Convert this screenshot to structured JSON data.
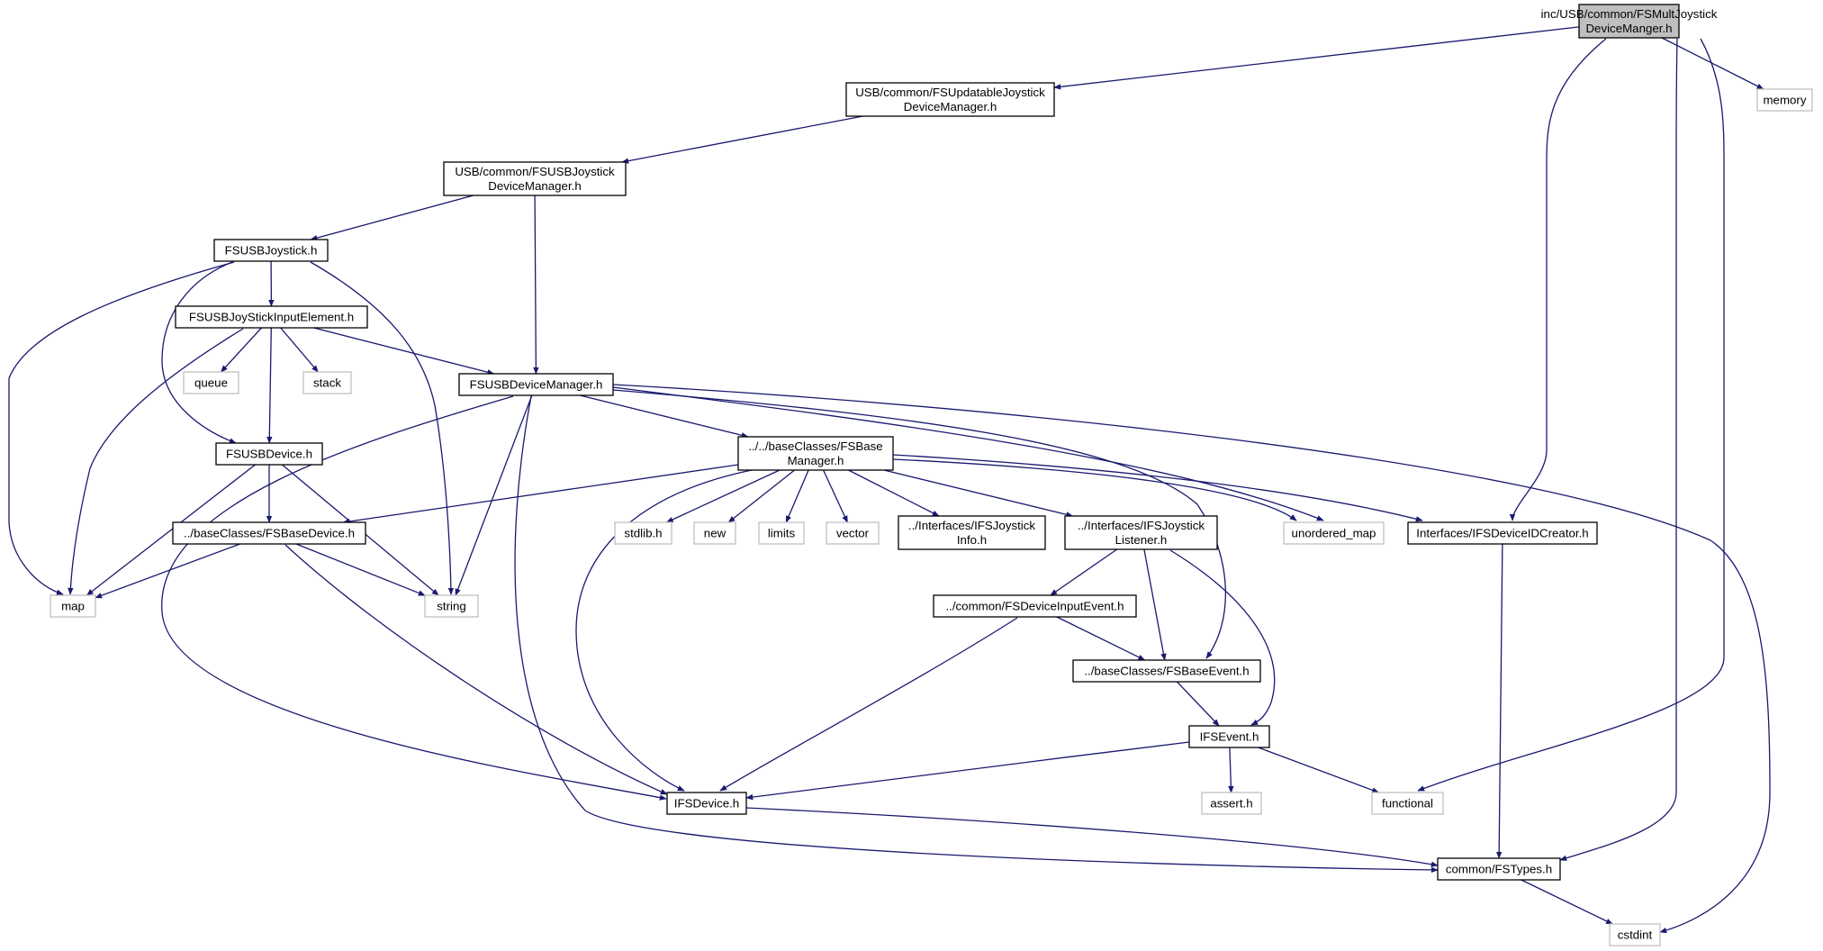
{
  "colors": {
    "edge": "#191970",
    "box_border": "#000000",
    "external_border": "#bfbfbf",
    "root_fill": "#bfbfbf",
    "box_fill": "#ffffff"
  },
  "nodes": [
    {
      "id": "root",
      "kind": "root",
      "lines": [
        "inc/USB/common/FSMultJoystick",
        "DeviceManger.h"
      ]
    },
    {
      "id": "memory",
      "kind": "external",
      "lines": [
        "memory"
      ]
    },
    {
      "id": "updatable",
      "kind": "file",
      "lines": [
        "USB/common/FSUpdatableJoystick",
        "DeviceManager.h"
      ]
    },
    {
      "id": "usbjoymgr",
      "kind": "file",
      "lines": [
        "USB/common/FSUSBJoystick",
        "DeviceManager.h"
      ]
    },
    {
      "id": "usbjoystick",
      "kind": "file",
      "lines": [
        "FSUSBJoystick.h"
      ]
    },
    {
      "id": "inputelement",
      "kind": "file",
      "lines": [
        "FSUSBJoyStickInputElement.h"
      ]
    },
    {
      "id": "queue",
      "kind": "external",
      "lines": [
        "queue"
      ]
    },
    {
      "id": "stack",
      "kind": "external",
      "lines": [
        "stack"
      ]
    },
    {
      "id": "usbdevmgr",
      "kind": "file",
      "lines": [
        "FSUSBDeviceManager.h"
      ]
    },
    {
      "id": "usbdevice",
      "kind": "file",
      "lines": [
        "FSUSBDevice.h"
      ]
    },
    {
      "id": "basemanager",
      "kind": "file",
      "lines": [
        "../../baseClasses/FSBase",
        "Manager.h"
      ]
    },
    {
      "id": "basedevice",
      "kind": "file",
      "lines": [
        "../baseClasses/FSBaseDevice.h"
      ]
    },
    {
      "id": "map",
      "kind": "external",
      "lines": [
        "map"
      ]
    },
    {
      "id": "string",
      "kind": "external",
      "lines": [
        "string"
      ]
    },
    {
      "id": "stdlib",
      "kind": "external",
      "lines": [
        "stdlib.h"
      ]
    },
    {
      "id": "new",
      "kind": "external",
      "lines": [
        "new"
      ]
    },
    {
      "id": "limits",
      "kind": "external",
      "lines": [
        "limits"
      ]
    },
    {
      "id": "vector",
      "kind": "external",
      "lines": [
        "vector"
      ]
    },
    {
      "id": "joyinfo",
      "kind": "file",
      "lines": [
        "../Interfaces/IFSJoystick",
        "Info.h"
      ]
    },
    {
      "id": "joylistener",
      "kind": "file",
      "lines": [
        "../Interfaces/IFSJoystick",
        "Listener.h"
      ]
    },
    {
      "id": "unorderedmap",
      "kind": "external",
      "lines": [
        "unordered_map"
      ]
    },
    {
      "id": "idcreator",
      "kind": "file",
      "lines": [
        "Interfaces/IFSDeviceIDCreator.h"
      ]
    },
    {
      "id": "inputevent",
      "kind": "file",
      "lines": [
        "../common/FSDeviceInputEvent.h"
      ]
    },
    {
      "id": "baseevent",
      "kind": "file",
      "lines": [
        "../baseClasses/FSBaseEvent.h"
      ]
    },
    {
      "id": "ifsevent",
      "kind": "file",
      "lines": [
        "IFSEvent.h"
      ]
    },
    {
      "id": "ifsdevice",
      "kind": "file",
      "lines": [
        "IFSDevice.h"
      ]
    },
    {
      "id": "asserth",
      "kind": "external",
      "lines": [
        "assert.h"
      ]
    },
    {
      "id": "functional",
      "kind": "external",
      "lines": [
        "functional"
      ]
    },
    {
      "id": "fstypes",
      "kind": "file",
      "lines": [
        "common/FSTypes.h"
      ]
    },
    {
      "id": "cstdint",
      "kind": "external",
      "lines": [
        "cstdint"
      ]
    }
  ],
  "edges": [
    {
      "from": "root",
      "to": "updatable"
    },
    {
      "from": "root",
      "to": "memory"
    },
    {
      "from": "root",
      "to": "idcreator"
    },
    {
      "from": "root",
      "to": "functional"
    },
    {
      "from": "root",
      "to": "fstypes"
    },
    {
      "from": "updatable",
      "to": "usbjoymgr"
    },
    {
      "from": "usbjoymgr",
      "to": "usbjoystick"
    },
    {
      "from": "usbjoymgr",
      "to": "usbdevmgr"
    },
    {
      "from": "usbjoystick",
      "to": "inputelement"
    },
    {
      "from": "usbjoystick",
      "to": "map"
    },
    {
      "from": "usbjoystick",
      "to": "usbdevice"
    },
    {
      "from": "usbjoystick",
      "to": "string"
    },
    {
      "from": "inputelement",
      "to": "queue"
    },
    {
      "from": "inputelement",
      "to": "stack"
    },
    {
      "from": "inputelement",
      "to": "usbdevice"
    },
    {
      "from": "inputelement",
      "to": "map"
    },
    {
      "from": "inputelement",
      "to": "usbdevmgr"
    },
    {
      "from": "usbdevmgr",
      "to": "basemanager"
    },
    {
      "from": "usbdevmgr",
      "to": "string"
    },
    {
      "from": "usbdevmgr",
      "to": "ifsdevice"
    },
    {
      "from": "usbdevmgr",
      "to": "fstypes"
    },
    {
      "from": "usbdevmgr",
      "to": "unorderedmap"
    },
    {
      "from": "usbdevmgr",
      "to": "cstdint"
    },
    {
      "from": "usbdevmgr",
      "to": "baseevent"
    },
    {
      "from": "usbdevice",
      "to": "basedevice"
    },
    {
      "from": "usbdevice",
      "to": "map"
    },
    {
      "from": "usbdevice",
      "to": "string"
    },
    {
      "from": "basemanager",
      "to": "basedevice"
    },
    {
      "from": "basemanager",
      "to": "stdlib"
    },
    {
      "from": "basemanager",
      "to": "new"
    },
    {
      "from": "basemanager",
      "to": "limits"
    },
    {
      "from": "basemanager",
      "to": "vector"
    },
    {
      "from": "basemanager",
      "to": "joyinfo"
    },
    {
      "from": "basemanager",
      "to": "joylistener"
    },
    {
      "from": "basemanager",
      "to": "unorderedmap"
    },
    {
      "from": "basemanager",
      "to": "idcreator"
    },
    {
      "from": "basemanager",
      "to": "ifsdevice"
    },
    {
      "from": "basedevice",
      "to": "map"
    },
    {
      "from": "basedevice",
      "to": "string"
    },
    {
      "from": "basedevice",
      "to": "ifsdevice"
    },
    {
      "from": "joylistener",
      "to": "inputevent"
    },
    {
      "from": "joylistener",
      "to": "baseevent"
    },
    {
      "from": "joylistener",
      "to": "ifsevent"
    },
    {
      "from": "inputevent",
      "to": "baseevent"
    },
    {
      "from": "inputevent",
      "to": "ifsdevice"
    },
    {
      "from": "baseevent",
      "to": "ifsevent"
    },
    {
      "from": "ifsevent",
      "to": "ifsdevice"
    },
    {
      "from": "ifsevent",
      "to": "asserth"
    },
    {
      "from": "ifsevent",
      "to": "functional"
    },
    {
      "from": "idcreator",
      "to": "fstypes"
    },
    {
      "from": "ifsdevice",
      "to": "fstypes"
    },
    {
      "from": "fstypes",
      "to": "cstdint"
    }
  ]
}
